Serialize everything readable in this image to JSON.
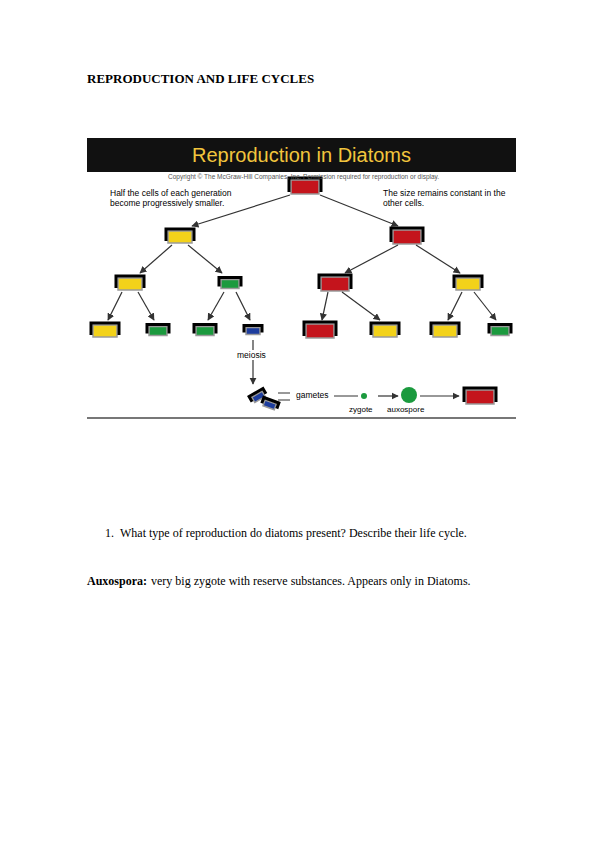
{
  "diagram": {
    "title": "REPRODUCTION AND LIFE CYCLES",
    "nodes": [
      {
        "text": [
          "Reproduction in Diatoms"
        ]
      }
    ],
    "labels": [
      "Copyright © The McGraw-Hill Companies, Inc. Permission required for reproduction or display.",
      "Half the cells of each generation become progressively smaller.",
      "The size remains constant in the other cells.",
      "meiosis",
      "gametes",
      "zygote",
      "auxospore",
      "1.",
      "What type of reproduction do diatoms present? Describe their life cycle.",
      "Auxospora:",
      "very big zygote with reserve substances. Appears only in Diatoms."
    ]
  }
}
